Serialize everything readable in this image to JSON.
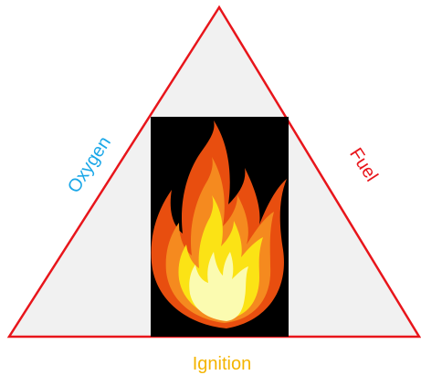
{
  "diagram": {
    "labels": {
      "left": "Oxygen",
      "right": "Fuel",
      "bottom": "Ignition"
    },
    "colors": {
      "triangle_stroke": "#e8151b",
      "triangle_fill": "#f1f1f1",
      "left_label": "#1aa7e8",
      "right_label": "#e8151b",
      "bottom_label": "#f4b400",
      "flame_background": "#000000",
      "flame_outer": "#e84e0f",
      "flame_middle": "#f58a1f",
      "flame_inner": "#fbe315",
      "flame_core": "#fbfbb0"
    },
    "center_image": "flame-icon"
  }
}
